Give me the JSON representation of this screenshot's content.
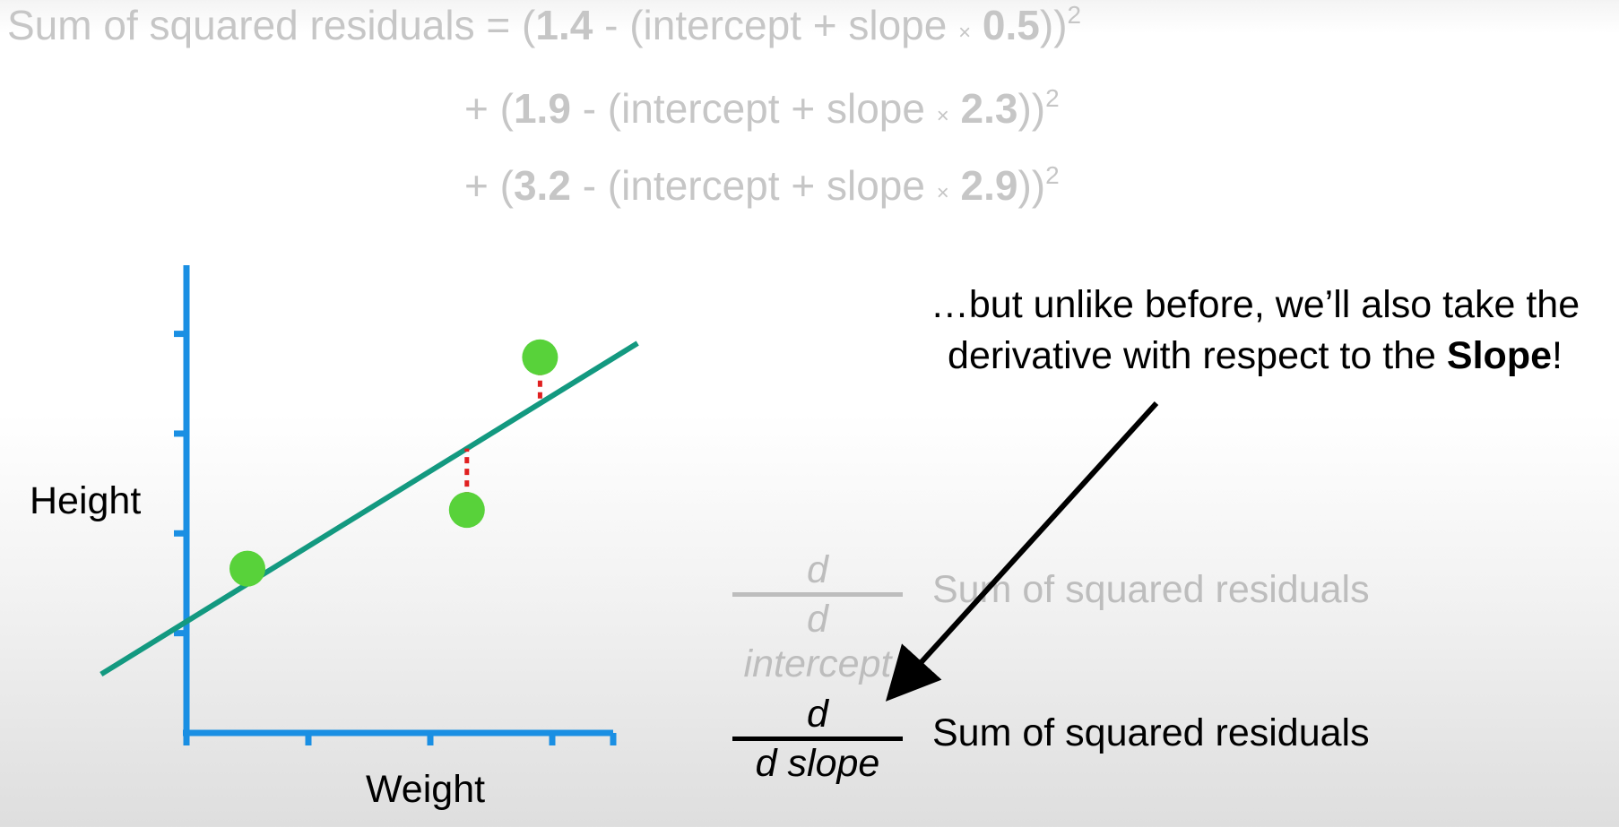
{
  "equation": {
    "line1": {
      "prefix": "Sum of squared residuals = (",
      "observed": "1.4",
      "mid": " - (intercept + slope ",
      "times": "×",
      "space": " ",
      "weight": "0.5",
      "close": "))",
      "exp": "2"
    },
    "line2": {
      "prefix": "+ (",
      "observed": "1.9",
      "mid": " - (intercept + slope ",
      "times": "×",
      "space": " ",
      "weight": "2.3",
      "close": "))",
      "exp": "2"
    },
    "line3": {
      "prefix": "+ (",
      "observed": "3.2",
      "mid": " - (intercept + slope ",
      "times": "×",
      "space": " ",
      "weight": "2.9",
      "close": "))",
      "exp": "2"
    }
  },
  "plot": {
    "xlabel": "Weight",
    "ylabel": "Height",
    "points": [
      {
        "weight": 0.5,
        "height": 1.4
      },
      {
        "weight": 2.3,
        "height": 1.9
      },
      {
        "weight": 2.9,
        "height": 3.2
      }
    ],
    "colors": {
      "axis": "#1a8fe3",
      "line": "#139980",
      "point": "#58d23a",
      "residual": "#e02020"
    }
  },
  "note": {
    "part1": "…but unlike before, we’ll also take the derivative with respect to the ",
    "bold": "Slope",
    "part2": "!"
  },
  "derivative_intercept": {
    "numerator": "d",
    "denominator": "d intercept",
    "label": "Sum of squared residuals"
  },
  "derivative_slope": {
    "numerator": "d",
    "denominator": "d slope",
    "label": "Sum of squared residuals"
  }
}
